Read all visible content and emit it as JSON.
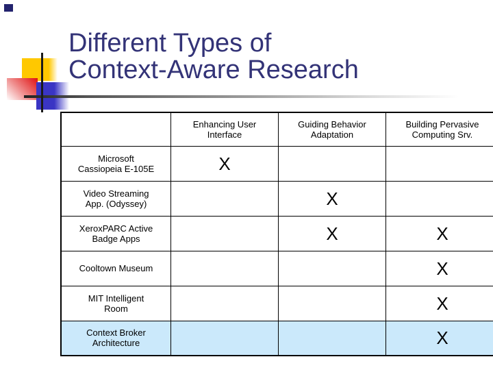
{
  "slide": {
    "title": "Different Types of\nContext-Aware Research"
  },
  "table": {
    "columns": [
      "",
      "Enhancing User\nInterface",
      "Guiding Behavior\nAdaptation",
      "Building Pervasive\nComputing Srv."
    ],
    "rows": [
      {
        "label": "Microsoft\nCassiopeia E-105E",
        "marks": [
          "X",
          "",
          ""
        ]
      },
      {
        "label": "Video Streaming\nApp. (Odyssey)",
        "marks": [
          "",
          "X",
          ""
        ]
      },
      {
        "label": "XeroxPARC Active\nBadge Apps",
        "marks": [
          "",
          "X",
          "X"
        ]
      },
      {
        "label": "Cooltown Museum",
        "marks": [
          "",
          "",
          "X"
        ]
      },
      {
        "label": "MIT Intelligent\nRoom",
        "marks": [
          "",
          "",
          "X"
        ]
      },
      {
        "label": "Context Broker\nArchitecture",
        "marks": [
          "",
          "",
          "X"
        ]
      }
    ]
  },
  "colors": {
    "title_text": "#333377",
    "highlight_row": "#cbe9fb",
    "accent_yellow": "#ffc800",
    "accent_red": "#e01010",
    "accent_blue": "#3a35c4",
    "corner_square": "#23236e",
    "grid_line": "#000000"
  }
}
